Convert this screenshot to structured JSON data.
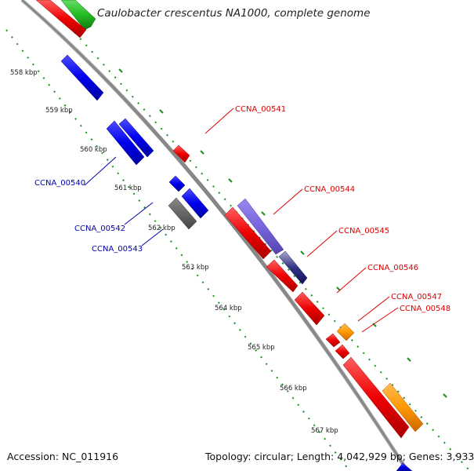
{
  "title": "Caulobacter crescentus NA1000, complete genome",
  "accession": "Accession: NC_011916",
  "topology": "Topology: circular; Length: 4,042,929 bp; Genes: 3,933",
  "kbp_labels": [
    "558 kbp",
    "559 kbp",
    "560 kbp",
    "561 kbp",
    "562 kbp",
    "563 kbp",
    "564 kbp",
    "565 kbp",
    "566 kbp",
    "567 kbp"
  ],
  "gene_labels": {
    "CCNA_00540": "CCNA_00540",
    "CCNA_00541": "CCNA_00541",
    "CCNA_00542": "CCNA_00542",
    "CCNA_00543": "CCNA_00543",
    "CCNA_00544": "CCNA_00544",
    "CCNA_00545": "CCNA_00545",
    "CCNA_00546": "CCNA_00546",
    "CCNA_00547": "CCNA_00547",
    "CCNA_00548": "CCNA_00548"
  },
  "colors": {
    "backbone": "#8c8c8c",
    "forward_gene": "#ff0000",
    "reverse_gene": "#0000ee",
    "rna_gene": "#22bb22",
    "orange_gene": "#ff9900",
    "grey_gene": "#666666",
    "highlight_gene": "#7766dd",
    "dark_gene": "#333388",
    "tick": "#228822",
    "label_red": "#dd0000",
    "label_blue": "#0000aa"
  }
}
